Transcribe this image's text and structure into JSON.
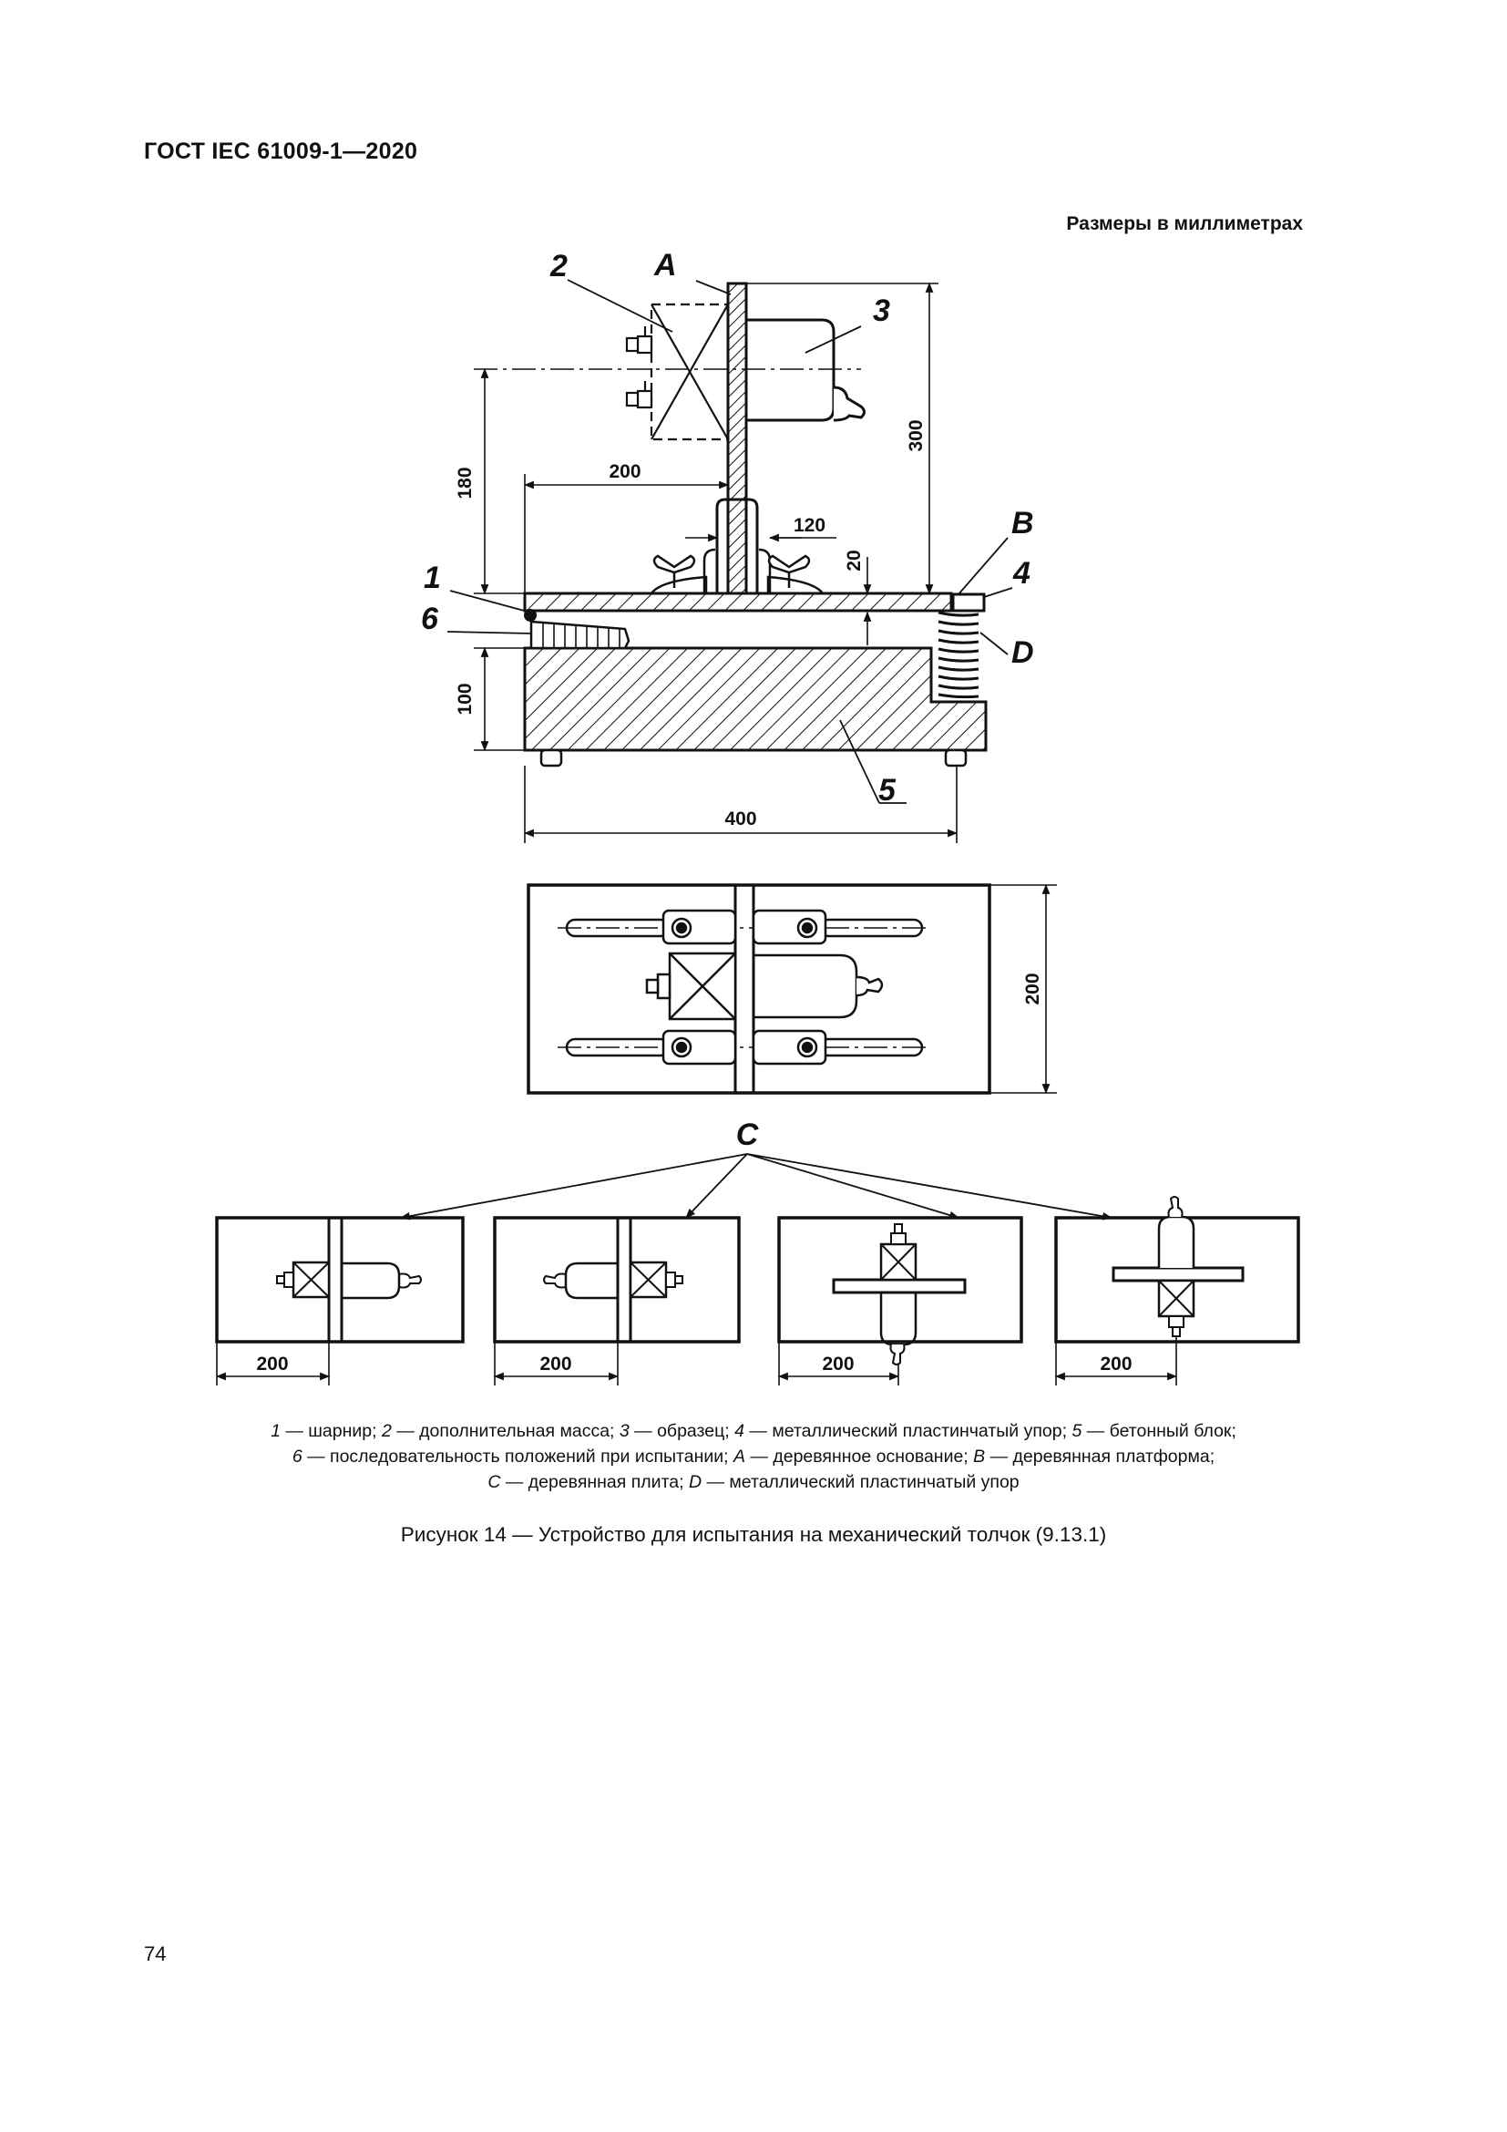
{
  "header": {
    "doc_title": "ГОСТ IEC 61009-1—2020",
    "units_note": "Размеры в миллиметрах"
  },
  "figure": {
    "callouts": [
      "1",
      "2",
      "3",
      "4",
      "5",
      "6",
      "A",
      "B",
      "C",
      "D"
    ],
    "dimensions": {
      "d180": "180",
      "d200_top": "200",
      "d300": "300",
      "d120": "120",
      "d20": "20",
      "d100": "100",
      "d400": "400",
      "d200_plan": "200",
      "d200_p1": "200",
      "d200_p2": "200",
      "d200_p3": "200",
      "d200_p4": "200"
    }
  },
  "legend": {
    "line1": [
      {
        "k": "1",
        "t": " — шарнир; "
      },
      {
        "k": "2",
        "t": " — дополнительная масса; "
      },
      {
        "k": "3",
        "t": " — образец; "
      },
      {
        "k": "4",
        "t": " — металлический пластинчатый упор; "
      },
      {
        "k": "5",
        "t": " — бетонный блок;"
      }
    ],
    "line2": [
      {
        "k": "6",
        "t": " — последовательность положений при испытании; "
      },
      {
        "k": "A",
        "t": " — деревянное основание; "
      },
      {
        "k": "B",
        "t": " — деревянная платформа;"
      }
    ],
    "line3": [
      {
        "k": "C",
        "t": " — деревянная плита; "
      },
      {
        "k": "D",
        "t": " — металлический пластинчатый упор"
      }
    ]
  },
  "caption": "Рисунок 14 — Устройство для испытания на механический толчок (9.13.1)",
  "page_number": "74"
}
